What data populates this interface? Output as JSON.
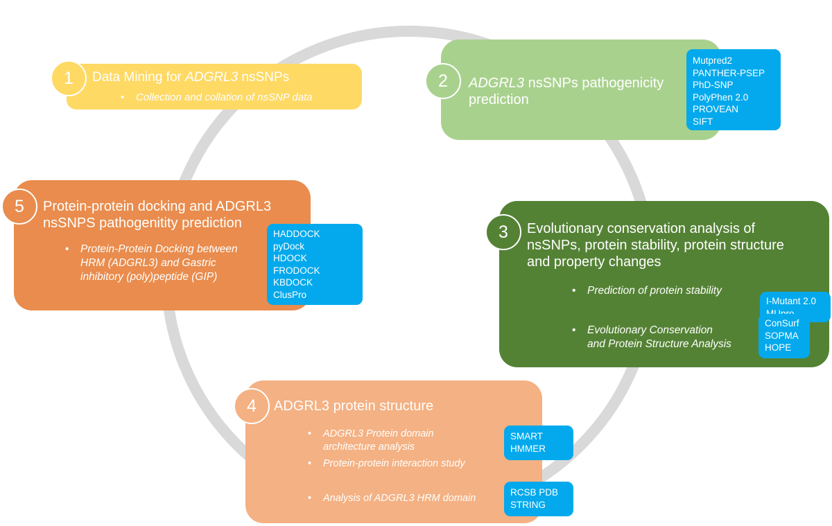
{
  "colors": {
    "ring": "#d9d9d9",
    "step1": "#fed964",
    "step2": "#a9d18e",
    "step3": "#548235",
    "step4": "#f4b183",
    "step5": "#e98c4d",
    "tools": "#03a9ec"
  },
  "steps": {
    "s1": {
      "number": "1",
      "title_emphasis_prefix": "",
      "title_pre": "Data Mining for ",
      "title_em": "ADGRL3",
      "title_post": " nsSNPs",
      "bullets": [
        "Collection and collation of nsSNP data"
      ]
    },
    "s2": {
      "number": "2",
      "title_em": "ADGRL3",
      "title_post": " nsSNPs pathogenicity",
      "title_line2": "prediction",
      "tools": [
        "Mutpred2",
        "PANTHER-PSEP",
        "PhD-SNP",
        "PolyPhen 2.0",
        "PROVEAN",
        "SIFT"
      ]
    },
    "s3": {
      "number": "3",
      "title_line1": "Evolutionary conservation analysis of",
      "title_line2": "nsSNPs, protein stability, protein structure",
      "title_line3": "and property changes",
      "bullets": [
        {
          "line1": "Prediction of protein stability",
          "tools": [
            "I-Mutant 2.0",
            "MUpro"
          ]
        },
        {
          "line1": "Evolutionary Conservation",
          "line2": "and Protein Structure Analysis",
          "tools": [
            "ConSurf",
            "SOPMA",
            "HOPE"
          ]
        }
      ]
    },
    "s4": {
      "number": "4",
      "title": "ADGRL3 protein structure",
      "bullets": [
        {
          "line1": "ADGRL3 Protein domain",
          "line2": "architecture analysis"
        },
        {
          "line1": "Protein-protein interaction study"
        },
        {
          "line1": "Analysis of ADGRL3 HRM domain"
        }
      ],
      "tool_groups": [
        [
          "SMART",
          "HMMER"
        ],
        [
          "RCSB PDB",
          "STRING"
        ]
      ]
    },
    "s5": {
      "number": "5",
      "title_line1": "Protein-protein docking and ADGRL3",
      "title_line2": "nsSNPS pathogenitity prediction",
      "bullet_lines": [
        "Protein-Protein Docking between",
        "HRM (ADGRL3) and Gastric",
        "inhibitory (poly)peptide (GIP)"
      ],
      "tools": [
        "HADDOCK",
        "pyDock",
        "HDOCK",
        "FRODOCK",
        "KBDOCK",
        "ClusPro"
      ]
    }
  }
}
